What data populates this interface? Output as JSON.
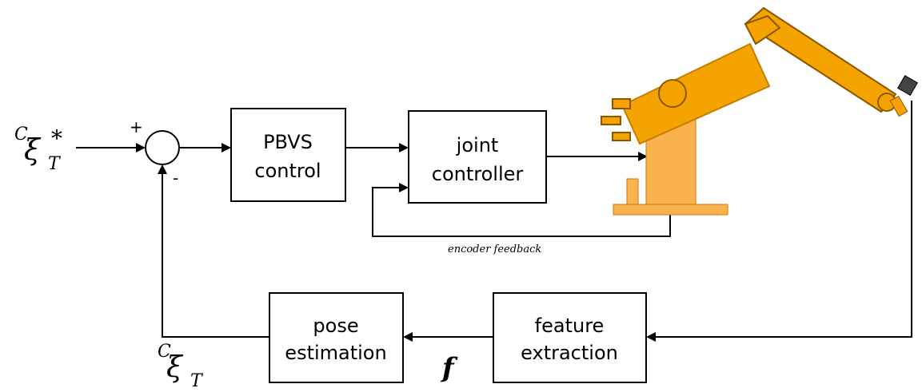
{
  "input_signal": {
    "main": "ξ",
    "pre_super": "C",
    "sub": "T",
    "post_super": "*"
  },
  "feedback_signal": {
    "main": "ξ",
    "pre_super": "C",
    "sub": "T"
  },
  "summing_junction": {
    "plus": "+",
    "minus": "-"
  },
  "blocks": {
    "pbvs": {
      "line1": "PBVS",
      "line2": "control"
    },
    "joint": {
      "line1": "joint",
      "line2": "controller"
    },
    "pose": {
      "line1": "pose",
      "line2": "estimation"
    },
    "feature": {
      "line1": "feature",
      "line2": "extraction"
    }
  },
  "feature_signal": "f",
  "encoder_label": "encoder feedback",
  "colors": {
    "line": "#000000",
    "robot_arm": "#f5a300",
    "robot_base": "#f9b24d",
    "camera": "#444444"
  }
}
